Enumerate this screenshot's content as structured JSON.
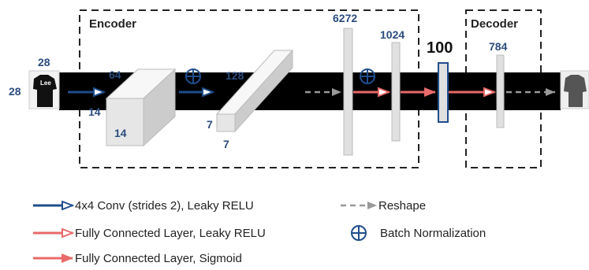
{
  "encoder": {
    "title": "Encoder"
  },
  "decoder": {
    "title": "Decoder"
  },
  "input": {
    "dims_top": "28",
    "dims_left": "28",
    "shirt_text": "Lee"
  },
  "conv1": {
    "depth": "64",
    "height": "14",
    "width": "14"
  },
  "conv2": {
    "depth": "128",
    "height": "7",
    "width": "7"
  },
  "dense": {
    "flat": "6272",
    "fc": "1024",
    "latent": "100",
    "out": "784"
  },
  "legend": {
    "conv": "4x4 Conv (strides 2), Leaky RELU",
    "fc_leaky": "Fully Connected Layer, Leaky RELU",
    "fc_sigmoid": "Fully Connected Layer, Sigmoid",
    "reshape": "Reshape",
    "batchnorm": "Batch Normalization"
  },
  "colors": {
    "conv_arrow": "#1f4e8c",
    "fc_arrow": "#e86a6a",
    "reshape_arrow": "#999999",
    "label_blue": "#2b4c7e",
    "band": "#000000",
    "block_fill": "#e6e6e6"
  }
}
